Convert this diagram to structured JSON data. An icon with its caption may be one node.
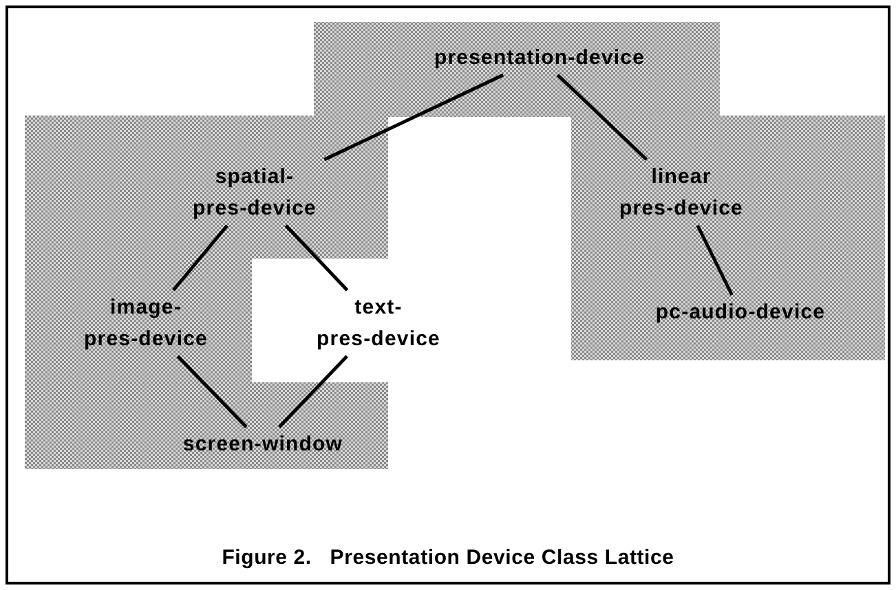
{
  "diagram": {
    "caption": "Figure 2.   Presentation Device Class Lattice",
    "nodes": [
      {
        "text": [
          "presentation-device"
        ]
      },
      {
        "text": [
          "spatial- pres-device"
        ]
      },
      {
        "text": [
          "linear pres-device"
        ]
      },
      {
        "text": [
          "image- pres-device"
        ]
      },
      {
        "text": [
          "text- pres-device"
        ]
      },
      {
        "text": [
          "pc-audio-device"
        ]
      },
      {
        "text": [
          "screen-window"
        ]
      }
    ],
    "edges": [
      {
        "from": 0,
        "to": 1,
        "arrow": "none"
      },
      {
        "from": 0,
        "to": 2,
        "arrow": "none"
      },
      {
        "from": 1,
        "to": 3,
        "arrow": "none"
      },
      {
        "from": 1,
        "to": 4,
        "arrow": "none"
      },
      {
        "from": 2,
        "to": 5,
        "arrow": "none"
      },
      {
        "from": 3,
        "to": 6,
        "arrow": "none"
      },
      {
        "from": 4,
        "to": 6,
        "arrow": "none"
      }
    ]
  }
}
